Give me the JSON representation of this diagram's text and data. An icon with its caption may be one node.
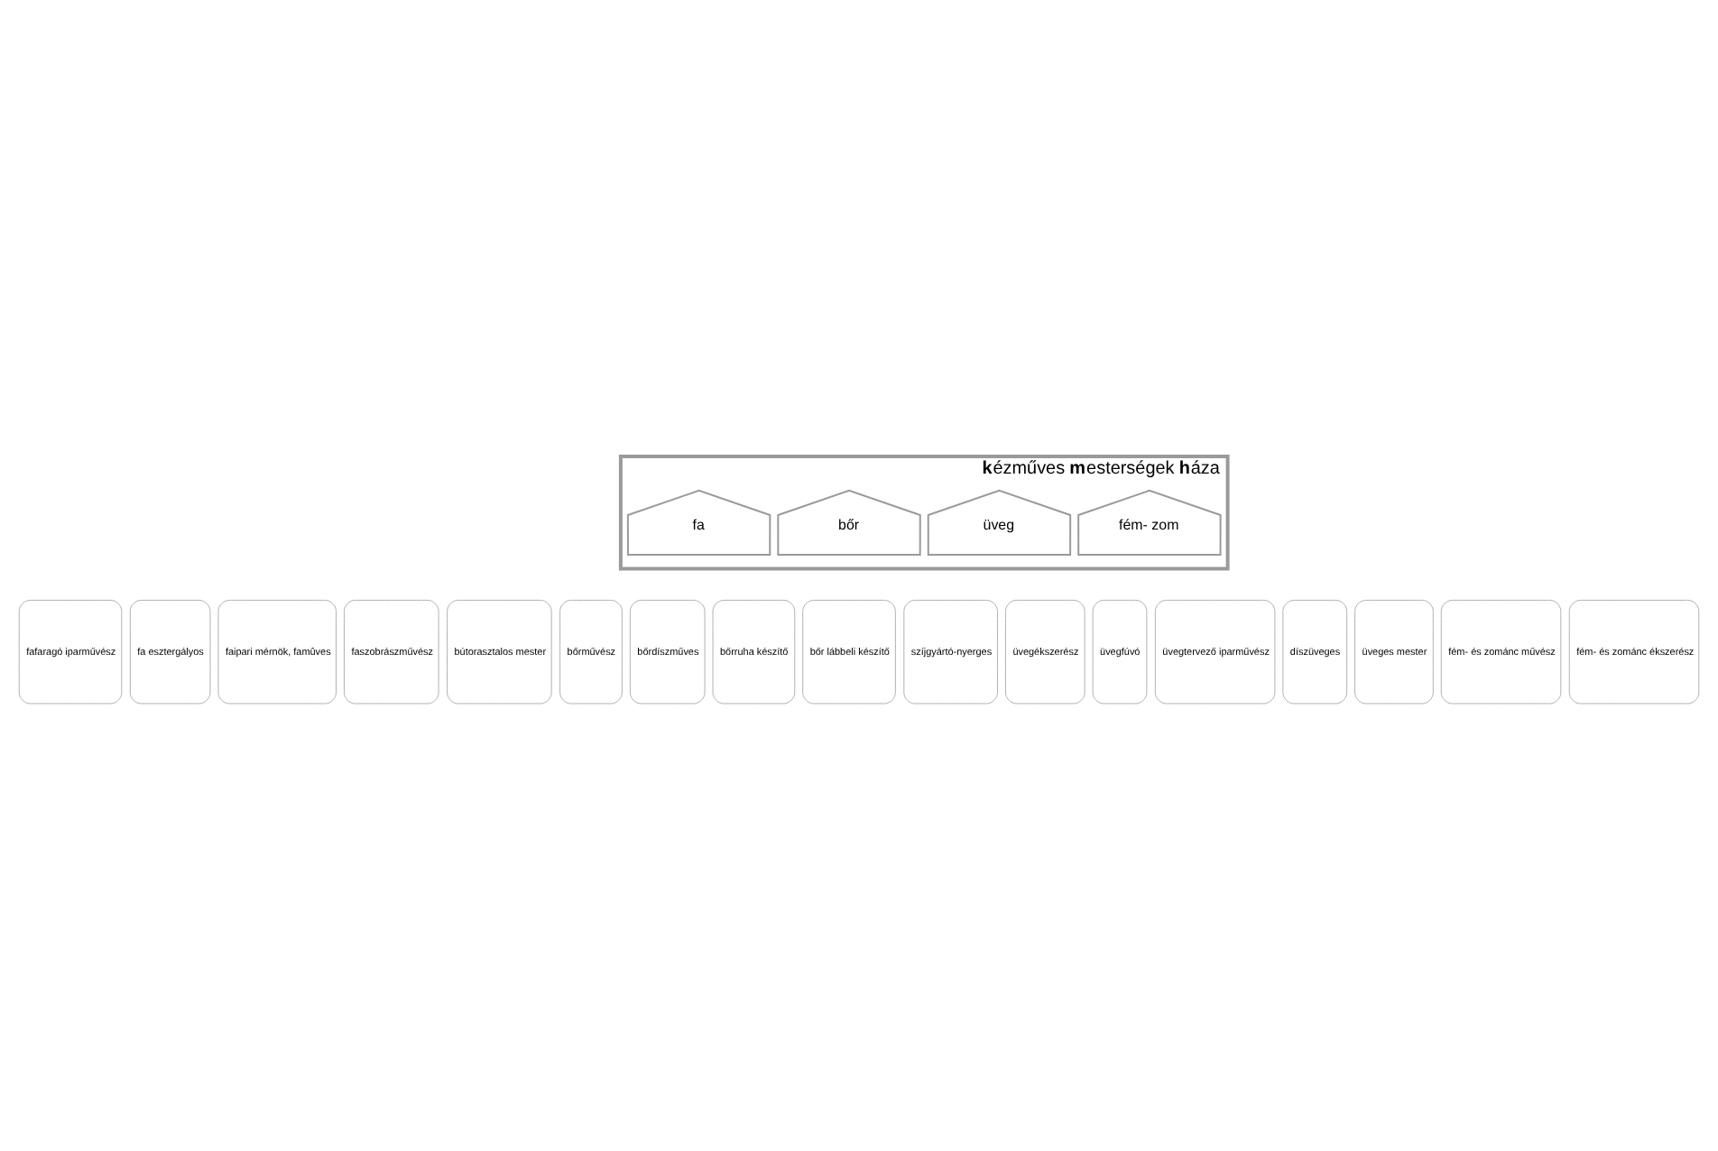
{
  "diagram": {
    "nodes": [
      {
        "text": [
          "**k**ézműves **m**esterségek **h**áza"
        ]
      },
      {
        "text": [
          "fa"
        ],
        "in": 0
      },
      {
        "text": [
          "fafaragó iparművész"
        ]
      },
      {
        "text": [
          "fa esztergályos"
        ]
      },
      {
        "text": [
          "faipari mérnök, famûves"
        ]
      },
      {
        "text": [
          "faszobrászművész"
        ]
      },
      {
        "text": [
          "bútorasztalos mester"
        ]
      },
      {
        "text": [
          "bőr"
        ],
        "in": 0
      },
      {
        "text": [
          "bőrművész"
        ]
      },
      {
        "text": [
          "bőrdíszműves"
        ]
      },
      {
        "text": [
          "bőrruha készítő"
        ]
      },
      {
        "text": [
          "bőr lábbeli készítő"
        ]
      },
      {
        "text": [
          "szíjgyártó-nyerges"
        ]
      },
      {
        "text": [
          "üveg"
        ],
        "in": 0
      },
      {
        "text": [
          "üvegékszerész"
        ]
      },
      {
        "text": [
          "üvegfúvó"
        ]
      },
      {
        "text": [
          "üvegtervező iparművész"
        ]
      },
      {
        "text": [
          "díszüveges"
        ]
      },
      {
        "text": [
          "üveges mester"
        ]
      },
      {
        "text": [
          "fém- zom"
        ],
        "in": 0
      },
      {
        "text": [
          "fém- és zománc művész"
        ]
      },
      {
        "text": [
          "fém- és zománc ékszerész"
        ]
      }
    ],
    "edges": []
  }
}
